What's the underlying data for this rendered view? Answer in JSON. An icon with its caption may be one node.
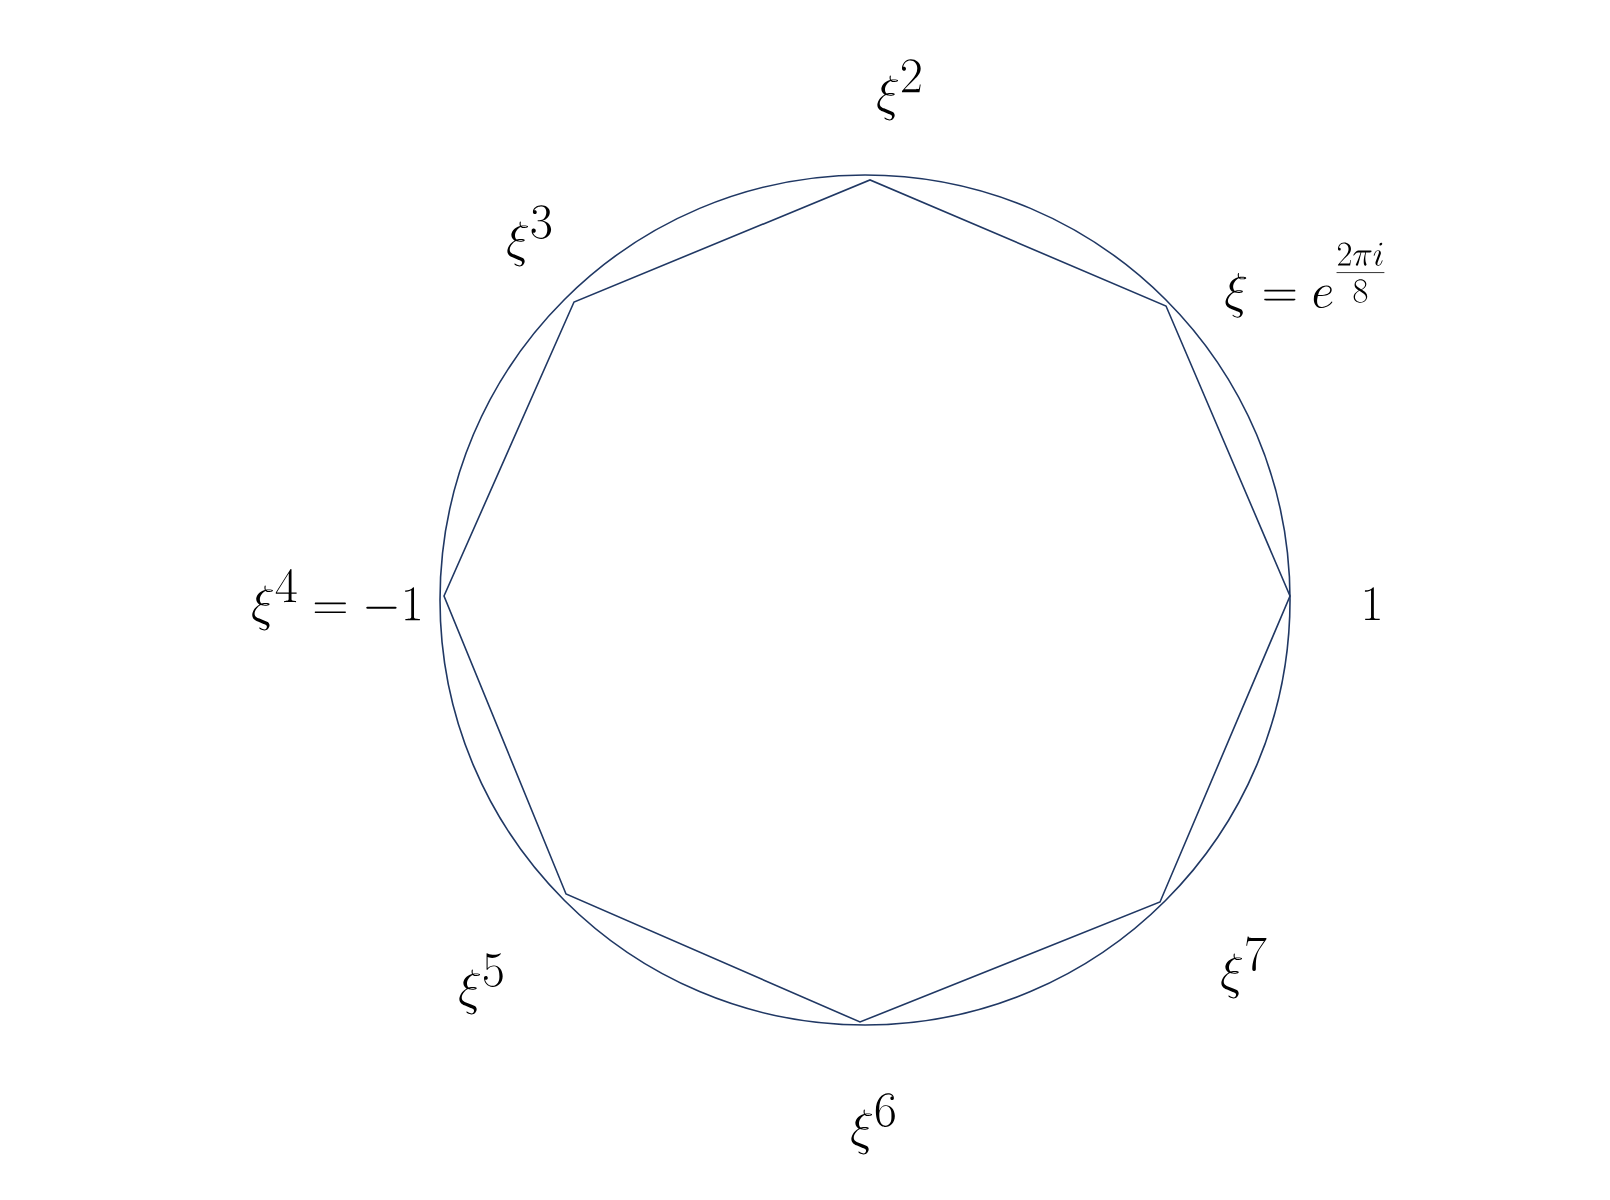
{
  "diagram": {
    "labels": [
      "\\xi^{2}",
      "\\xi^{3}",
      "\\xi = e^{\\frac{2\\pi i}{8}}",
      "\\xi^{4} = -1",
      "1",
      "\\xi^{5}",
      "\\xi^{7}",
      "\\xi^{6}"
    ]
  }
}
